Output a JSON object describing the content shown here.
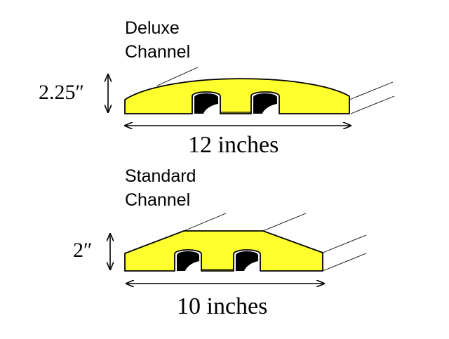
{
  "colors": {
    "body": "#ffff2e",
    "outline": "#000000",
    "channel": "#000000",
    "background": "#ffffff"
  },
  "deluxe": {
    "name_line1": "Deluxe",
    "name_line2": "Channel",
    "height": "2.25″",
    "width": "12 inches"
  },
  "standard": {
    "name_line1": "Standard",
    "name_line2": "Channel",
    "height": "2″",
    "width": "10 inches"
  }
}
